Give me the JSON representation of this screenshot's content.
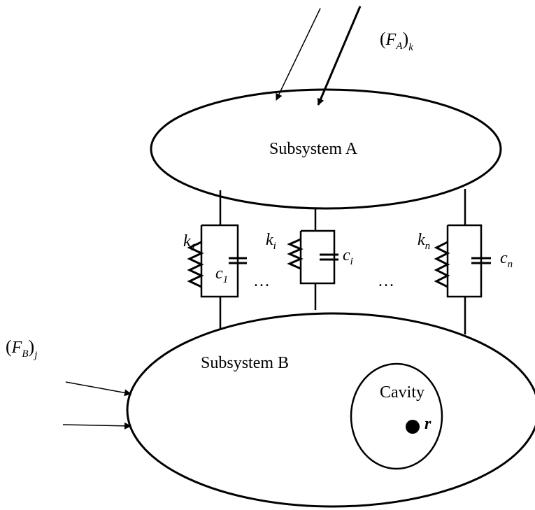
{
  "subsystem_a": {
    "label": "Subsystem A"
  },
  "subsystem_b": {
    "label": "Subsystem B"
  },
  "cavity": {
    "label": "Cavity",
    "point_label": "r"
  },
  "force_a": {
    "open": "(",
    "var": "F",
    "sub": "A",
    "close": ")",
    "index": "k"
  },
  "force_b": {
    "open": "(",
    "var": "F",
    "sub": "B",
    "close": ")",
    "index": "j"
  },
  "links": [
    {
      "spring": {
        "base": "k",
        "sub": "1"
      },
      "damper": {
        "base": "c",
        "sub": "1"
      }
    },
    {
      "spring": {
        "base": "k",
        "sub": "i"
      },
      "damper": {
        "base": "c",
        "sub": "i"
      }
    },
    {
      "spring": {
        "base": "k",
        "sub": "n"
      },
      "damper": {
        "base": "c",
        "sub": "n"
      }
    }
  ],
  "ellipsis": [
    "…",
    "…"
  ]
}
